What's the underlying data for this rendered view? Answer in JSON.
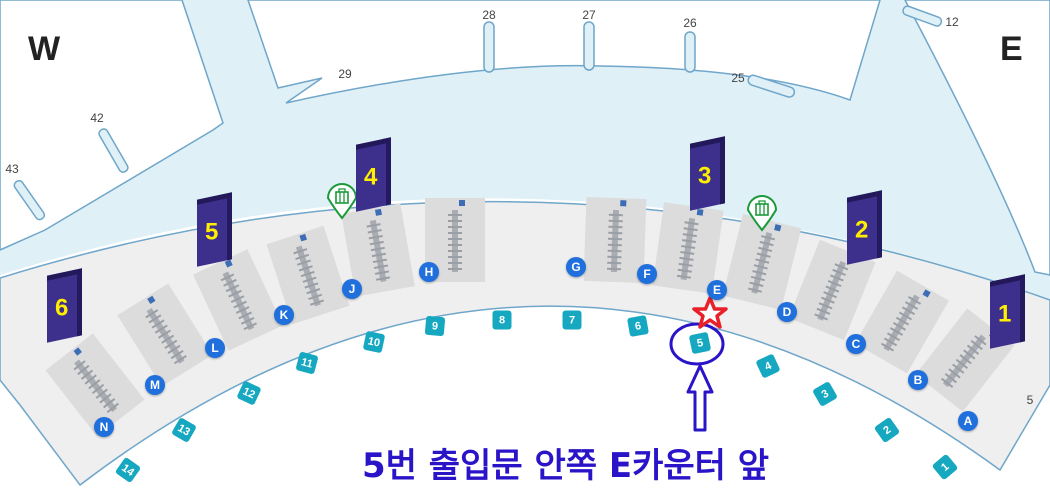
{
  "compass": {
    "west": "W",
    "east": "E"
  },
  "gates": [
    "28",
    "27",
    "26",
    "25",
    "29",
    "42",
    "43",
    "12",
    "5"
  ],
  "check_in_counters": [
    "A",
    "B",
    "C",
    "D",
    "E",
    "F",
    "G",
    "H",
    "J",
    "K",
    "L",
    "M",
    "N"
  ],
  "entrances": [
    "1",
    "2",
    "3",
    "4",
    "5",
    "6",
    "7",
    "8",
    "9",
    "10",
    "11",
    "12",
    "13",
    "14"
  ],
  "zones": [
    "1",
    "2",
    "3",
    "4",
    "5",
    "6"
  ],
  "icons": {
    "baggage": "luggage-pin-icon",
    "highlight": "red-star-icon"
  },
  "colors": {
    "water": "#dff0f7",
    "terminal": "#efefef",
    "counter_badge": "#1f6fdc",
    "entrance_badge": "#16a8c0",
    "zone_tower": "#3d2f8c",
    "annotation": "#2a14c8",
    "star": "#e8202a"
  },
  "annotation": {
    "caption": "5번 출입문 안쪽 E카운터 앞",
    "highlighted_entrance": "5",
    "highlighted_counter": "E"
  }
}
